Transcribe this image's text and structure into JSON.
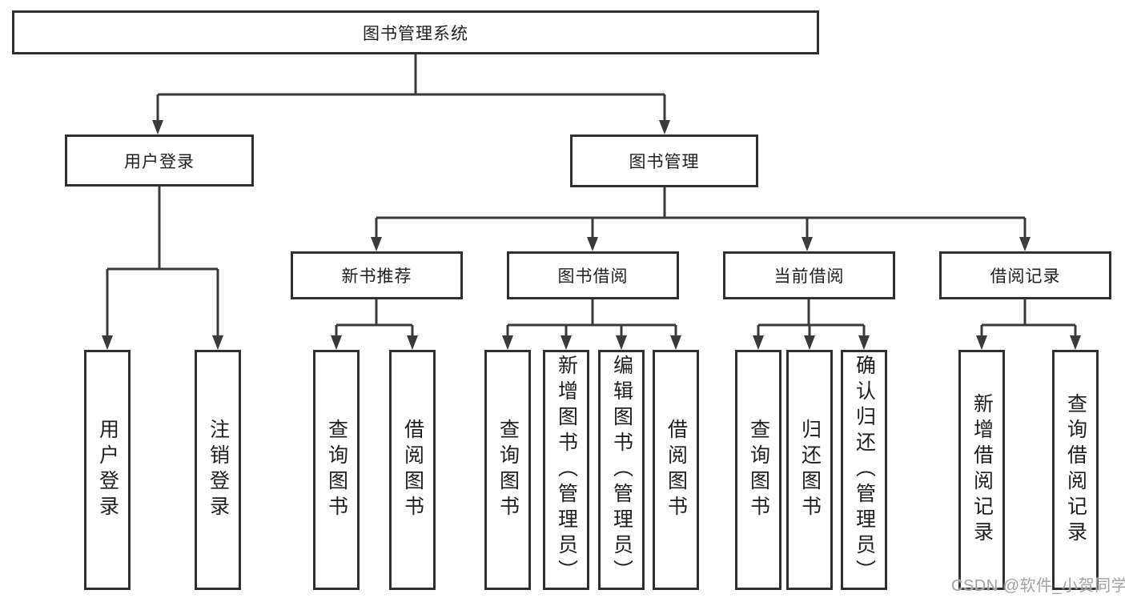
{
  "diagram": {
    "root": {
      "label": "图书管理系统"
    },
    "user_login": {
      "label": "用户登录",
      "children": {
        "login": {
          "label": "用户登录"
        },
        "logout": {
          "label": "注销登录"
        }
      }
    },
    "book_management": {
      "label": "图书管理",
      "sections": {
        "new_book_recommend": {
          "label": "新书推荐",
          "children": {
            "query_books": {
              "label": "查询图书"
            },
            "borrow_books": {
              "label": "借阅图书"
            }
          }
        },
        "book_borrowing": {
          "label": "图书借阅",
          "children": {
            "query_books": {
              "label": "查询图书"
            },
            "add_books": {
              "label": "新增图书（管理员）"
            },
            "edit_books": {
              "label": "编辑图书（管理员）"
            },
            "borrow_books": {
              "label": "借阅图书"
            }
          }
        },
        "current_borrowing": {
          "label": "当前借阅",
          "children": {
            "query_books": {
              "label": "查询图书"
            },
            "return_books": {
              "label": "归还图书"
            },
            "confirm_return": {
              "label": "确认归还（管理员）"
            }
          }
        },
        "borrow_records": {
          "label": "借阅记录",
          "children": {
            "add_record": {
              "label": "新增借阅记录"
            },
            "query_record": {
              "label": "查询借阅记录"
            }
          }
        }
      }
    }
  },
  "watermark": {
    "text": "CSDN @软件_小贺同学"
  },
  "colors": {
    "line": "#3a3a3a",
    "box_border": "#303030",
    "text": "#1e1e1e",
    "watermark": "#a2a2a2",
    "background": "#ffffff"
  }
}
